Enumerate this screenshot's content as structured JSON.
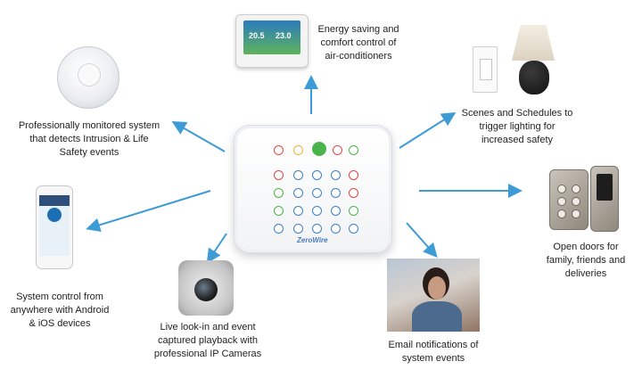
{
  "panel": {
    "brand": "ZeroWire"
  },
  "thermostat": {
    "left_temp": "20.5",
    "right_temp": "23.0"
  },
  "features": [
    {
      "id": "energy",
      "text": "Energy saving and\ncomfort control of\nair-conditioners"
    },
    {
      "id": "monitoring",
      "text": "Professionally monitored system\nthat detects Intrusion & Life\nSafety events"
    },
    {
      "id": "lighting",
      "text": "Scenes and Schedules to\ntrigger lighting for\nincreased safety"
    },
    {
      "id": "mobile",
      "text": "System control from\nanywhere with Android\n& iOS devices"
    },
    {
      "id": "doors",
      "text": "Open doors for\nfamily, friends and\ndeliveries"
    },
    {
      "id": "cameras",
      "text": "Live look-in and event\ncaptured playback with\nprofessional IP Cameras"
    },
    {
      "id": "email",
      "text": "Email notifications of\nsystem events"
    }
  ],
  "colors": {
    "arrow": "#3d9bd6",
    "brand": "#4a7dc1"
  },
  "icons": {
    "hub": "security-panel-icon",
    "thermostat": "thermostat-icon",
    "smoke": "smoke-detector-icon",
    "phone": "smartphone-icon",
    "camera": "ip-camera-icon",
    "light": "light-switch-lamp-icon",
    "lock": "smart-lock-icon",
    "email": "email-notification-photo"
  }
}
